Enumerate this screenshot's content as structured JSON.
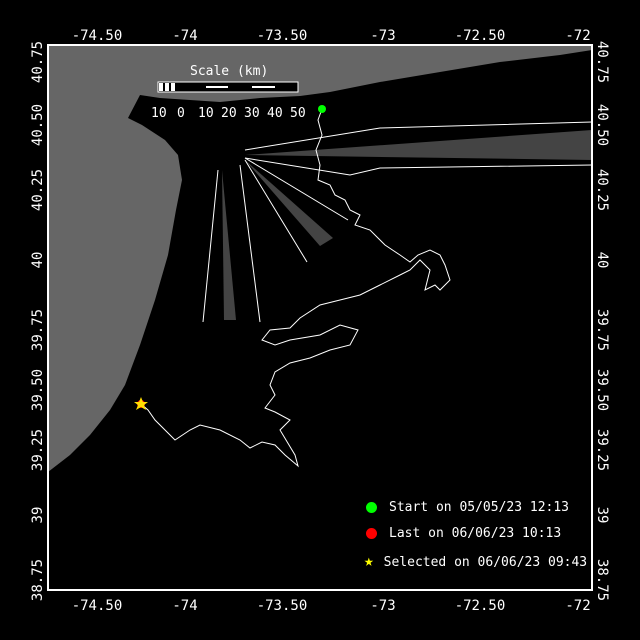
{
  "axes": {
    "lon_labels": [
      "-74.50",
      "-74",
      "-73.50",
      "-73",
      "-72.50",
      "-72"
    ],
    "lat_labels": [
      "40.75",
      "40.50",
      "40.25",
      "40",
      "39.75",
      "39.50",
      "39.25",
      "39",
      "38.75"
    ]
  },
  "scale": {
    "title": "Scale (km)",
    "labels": [
      "10",
      "0",
      "10",
      "20",
      "30",
      "40",
      "50"
    ]
  },
  "legend": [
    {
      "label": "Start on 05/05/23 12:13",
      "color": "#00ff00",
      "marker": "circle"
    },
    {
      "label": "Last on 06/06/23 10:13",
      "color": "#ff0000",
      "marker": "circle"
    },
    {
      "label": "Selected on 06/06/23 09:43",
      "color": "#ffff00",
      "marker": "star"
    }
  ],
  "colors": {
    "land": "#666666",
    "water": "#000000",
    "track": "#ffffff",
    "fan": "#444444"
  }
}
